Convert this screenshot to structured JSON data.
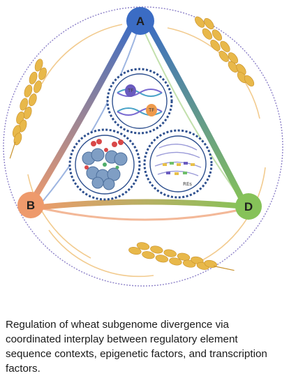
{
  "nodes": {
    "a": {
      "label": "A",
      "color": "#3b6cc4"
    },
    "b": {
      "label": "B",
      "color": "#ee9a6c"
    },
    "d": {
      "label": "D",
      "color": "#86c259"
    }
  },
  "gear_labels": {
    "tf1": "TF",
    "tf2": "TF",
    "res": "REs"
  },
  "colors": {
    "dashed_ring": "#8c80c8",
    "gear": "#2d4f8e",
    "wheat": "#e8b84a",
    "swirl": "#f0c27b"
  },
  "caption": "Regulation of wheat subgenome divergence via coordinated interplay between regulatory element sequence contexts, epigenetic factors, and transcription factors."
}
